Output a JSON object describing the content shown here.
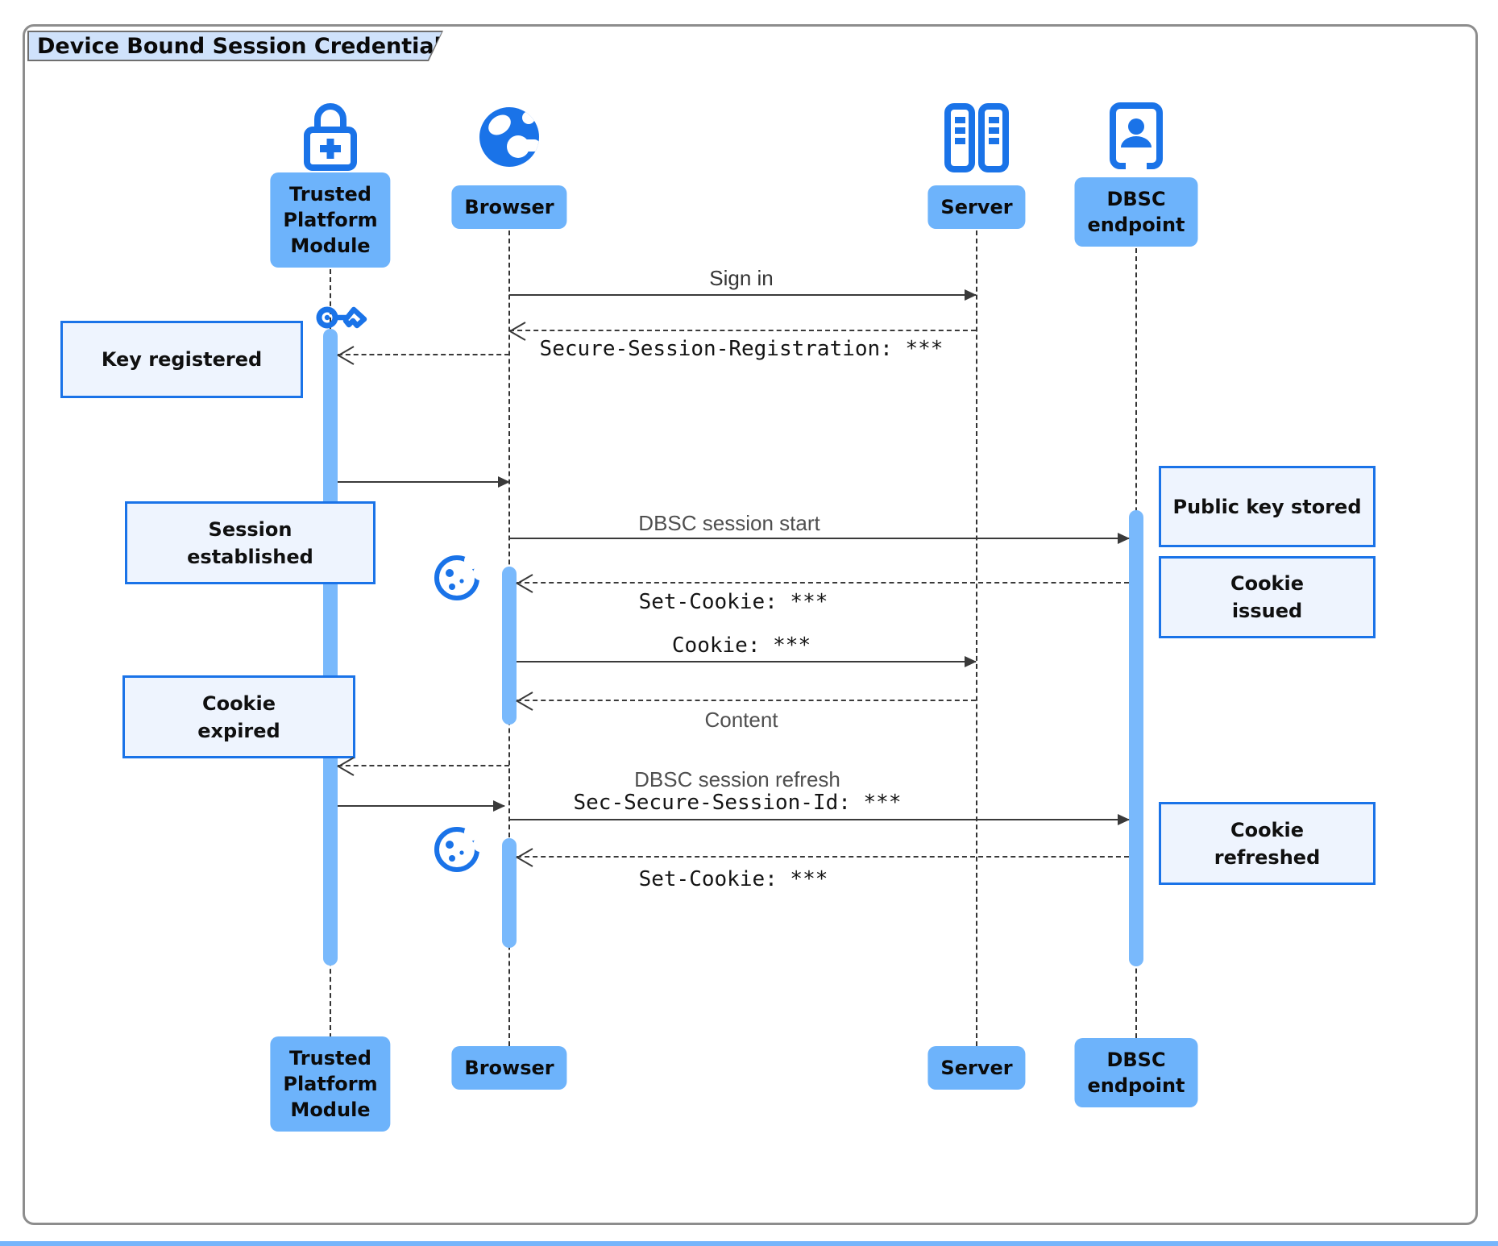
{
  "title": "Device Bound Session Credentials flow",
  "actors": [
    {
      "id": "tpm",
      "label": "Trusted Platform Module",
      "lines": [
        "Trusted",
        "Platform",
        "Module"
      ],
      "icon": "lock-plus-icon"
    },
    {
      "id": "browser",
      "label": "Browser",
      "lines": [
        "Browser"
      ],
      "icon": "globe-icon"
    },
    {
      "id": "server",
      "label": "Server",
      "lines": [
        "Server"
      ],
      "icon": "server-rack-icon"
    },
    {
      "id": "dbsc",
      "label": "DBSC endpoint",
      "lines": [
        "DBSC",
        "endpoint"
      ],
      "icon": "person-badge-icon"
    }
  ],
  "messages": [
    {
      "n": 1,
      "from": "Browser",
      "to": "Server",
      "line": "solid",
      "label": "Sign in"
    },
    {
      "n": 2,
      "from": "Server",
      "to": "Browser",
      "line": "dashed",
      "label": "Secure-Session-Registration: ***"
    },
    {
      "n": 3,
      "from": "Browser",
      "to": "Trusted Platform Module",
      "line": "dashed",
      "label": ""
    },
    {
      "n": 4,
      "from": "Trusted Platform Module",
      "to": "Browser",
      "line": "solid",
      "label": ""
    },
    {
      "n": 5,
      "from": "Browser",
      "to": "DBSC endpoint",
      "line": "solid",
      "label": "DBSC session start"
    },
    {
      "n": 6,
      "from": "DBSC endpoint",
      "to": "Browser",
      "line": "dashed",
      "label": "Set-Cookie: ***"
    },
    {
      "n": 7,
      "from": "Browser",
      "to": "Server",
      "line": "solid",
      "label": "Cookie: ***"
    },
    {
      "n": 8,
      "from": "Server",
      "to": "Browser",
      "line": "dashed",
      "label": "Content"
    },
    {
      "n": 9,
      "from": "Browser",
      "to": "Trusted Platform Module",
      "line": "dashed",
      "label": ""
    },
    {
      "n": 10,
      "from": "Trusted Platform Module",
      "to": "Browser",
      "line": "solid",
      "label": ""
    },
    {
      "n": 11,
      "from": "Browser",
      "to": "DBSC endpoint",
      "line": "solid",
      "label": "DBSC session refresh",
      "label2": "Sec-Secure-Session-Id: ***"
    },
    {
      "n": 12,
      "from": "DBSC endpoint",
      "to": "Browser",
      "line": "dashed",
      "label": "Set-Cookie: ***"
    }
  ],
  "notes": {
    "key_registered": {
      "lines": [
        "Key registered"
      ]
    },
    "session_established": {
      "lines": [
        "Session",
        "established"
      ]
    },
    "cookie_expired": {
      "lines": [
        "Cookie",
        "expired"
      ]
    },
    "public_key_stored": {
      "lines": [
        "Public key stored"
      ]
    },
    "cookie_issued": {
      "lines": [
        "Cookie",
        "issued"
      ]
    },
    "cookie_refreshed": {
      "lines": [
        "Cookie",
        "refreshed"
      ]
    }
  },
  "decorations": {
    "key_icon": "key-icon",
    "cookie_icon_1": "cookie-icon",
    "cookie_icon_2": "cookie-icon"
  },
  "colors": {
    "accent-blue": "#1a73e8",
    "actor-fill": "#6db3fb",
    "activation-fill": "#79b9fc",
    "note-fill": "#eef4fe",
    "note-border": "#1a73e8",
    "title-fill": "#cfe2fb",
    "frame-border": "#8d8d8d",
    "arrow-color": "#3a3a3a"
  }
}
